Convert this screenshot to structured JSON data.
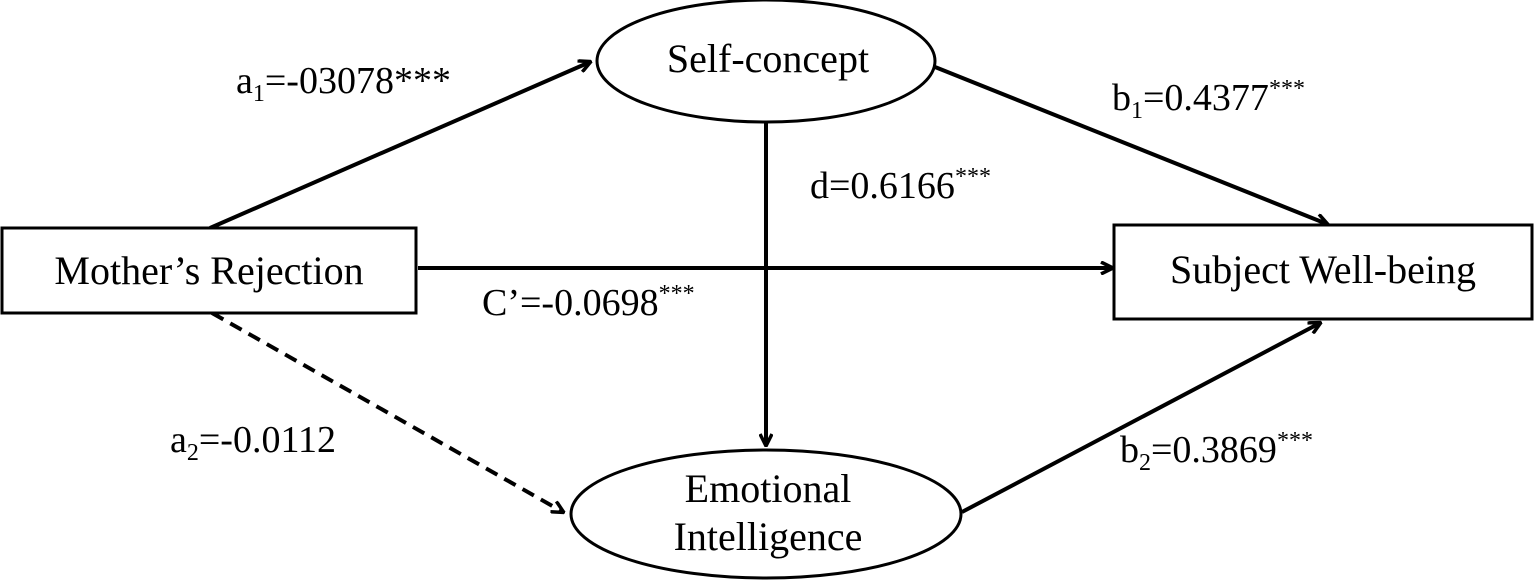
{
  "nodes": {
    "mother_rejection": "Mother’s Rejection",
    "self_concept": "Self-concept",
    "subject_wellbeing": "Subject Well-being",
    "emotional_intelligence_line1": "Emotional",
    "emotional_intelligence_line2": "Intelligence"
  },
  "paths": {
    "a1": {
      "var": "a",
      "sub": "1",
      "value": "=-03078",
      "sig": "***"
    },
    "b1": {
      "var": "b",
      "sub": "1",
      "value": "=0.4377",
      "sig": "***"
    },
    "d": {
      "var": "d",
      "value": "=0.6166",
      "sig": "***"
    },
    "c_prime": {
      "var": "C’",
      "value": "=-0.0698",
      "sig": "***"
    },
    "a2": {
      "var": "a",
      "sub": "2",
      "value": "=-0.0112"
    },
    "b2": {
      "var": "b",
      "sub": "2",
      "value": "=0.3869",
      "sig": "***"
    }
  },
  "colors": {
    "line": "#000000",
    "background": "#ffffff"
  }
}
